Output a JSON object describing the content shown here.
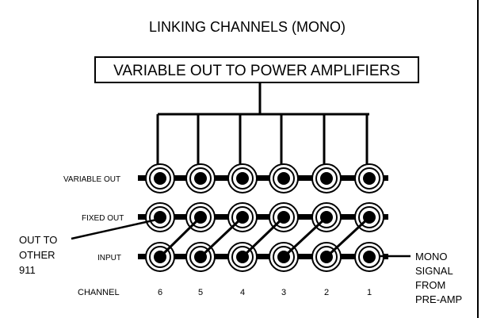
{
  "diagram": {
    "title": "LINKING CHANNELS (MONO)",
    "box_label": "VARIABLE OUT TO POWER AMPLIFIERS",
    "rows": [
      {
        "key": "variable",
        "label": "VARIABLE OUT"
      },
      {
        "key": "fixed",
        "label": "FIXED OUT"
      },
      {
        "key": "input",
        "label": "INPUT"
      }
    ],
    "channel_label": "CHANNEL",
    "channels": [
      "6",
      "5",
      "4",
      "3",
      "2",
      "1"
    ],
    "callout_left": [
      "OUT TO",
      "OTHER",
      "911"
    ],
    "callout_right": [
      "MONO",
      "SIGNAL",
      "FROM",
      "PRE-AMP"
    ],
    "colors": {
      "ink": "#000000",
      "background": "#ffffff"
    }
  }
}
